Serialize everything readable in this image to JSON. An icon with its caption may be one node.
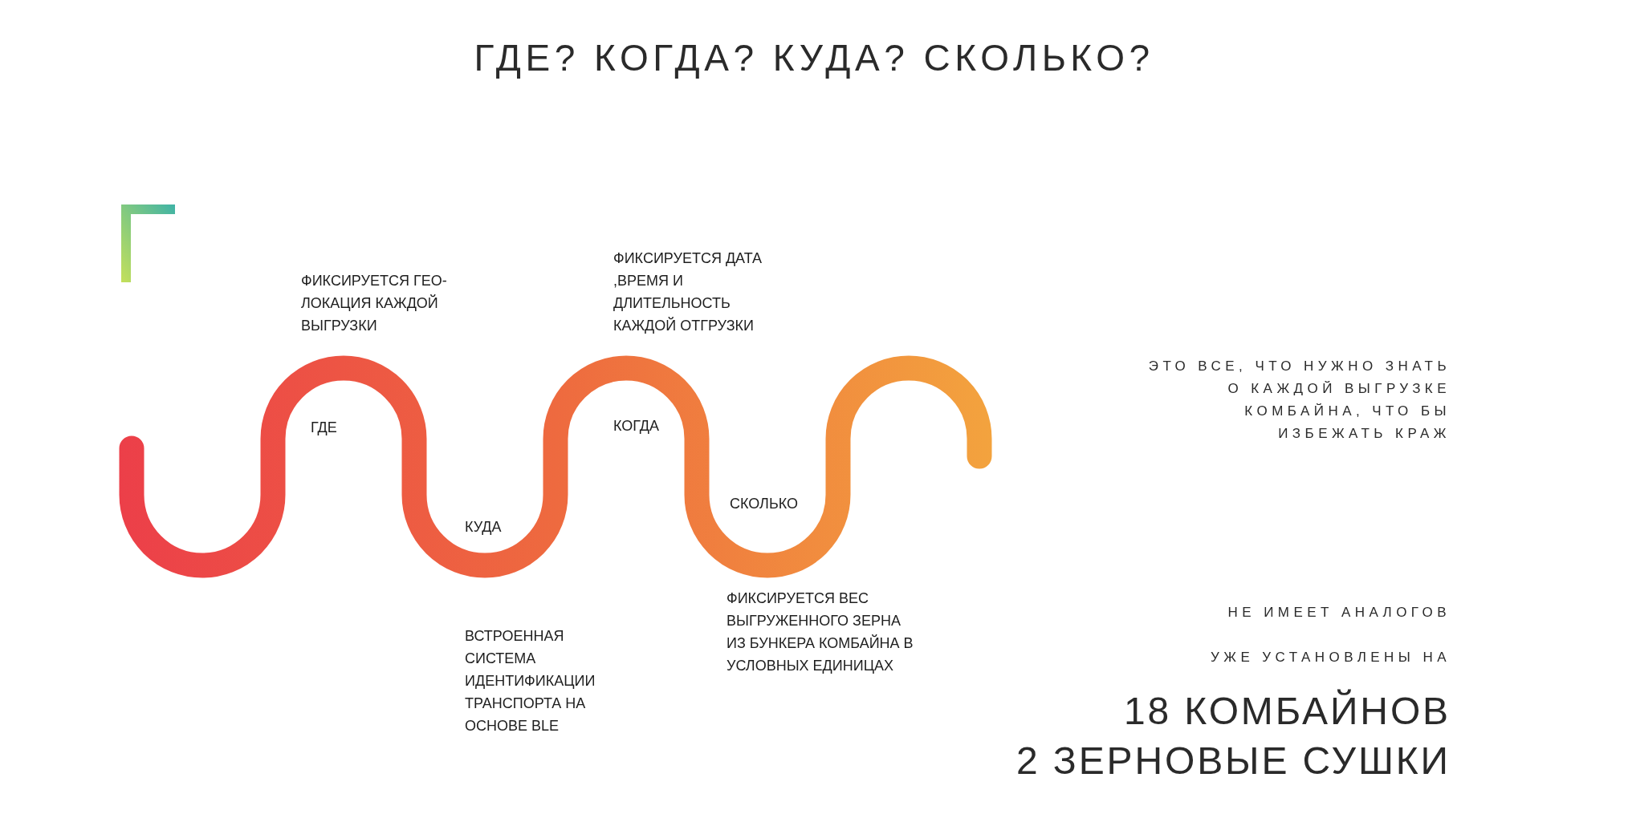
{
  "diagram": {
    "title": "ГДЕ? КОГДА? КУДА? СКОЛЬКО?",
    "labels": [
      "ФИКСИРУЕТСЯ ДАТА ,ВРЕМЯ И ДЛИТЕЛЬНОСТЬ КАЖДОЙ ОТГРУЗКИ",
      "ФИКСИРУЕТСЯ ГЕО-ЛОКАЦИЯ КАЖДОЙ ВЫГРУЗКИ",
      "ЭТО ВСЕ, ЧТО НУЖНО ЗНАТЬ О КАЖДОЙ ВЫГРУЗКЕ КОМБАЙНА, ЧТО БЫ ИЗБЕЖАТЬ КРАЖ",
      "ГДЕ",
      "КОГДА",
      "СКОЛЬКО",
      "КУДА",
      "ФИКСИРУЕТСЯ ВЕС ВЫГРУЖЕННОГО ЗЕРНА ИЗ БУНКЕРА КОМБАЙНА В УСЛОВНЫХ ЕДИНИЦАХ",
      "НЕ ИМЕЕТ АНАЛОГОВ",
      "ВСТРОЕННАЯ СИСТЕМА ИДЕНТИФИКАЦИИ ТРАНСПОРТА НА ОСНОВЕ BLE",
      "УЖЕ УСТАНОВЛЕНЫ НА",
      "18 КОМБАЙНОВ",
      "2 ЗЕРНОВЫЕ СУШКИ"
    ]
  }
}
